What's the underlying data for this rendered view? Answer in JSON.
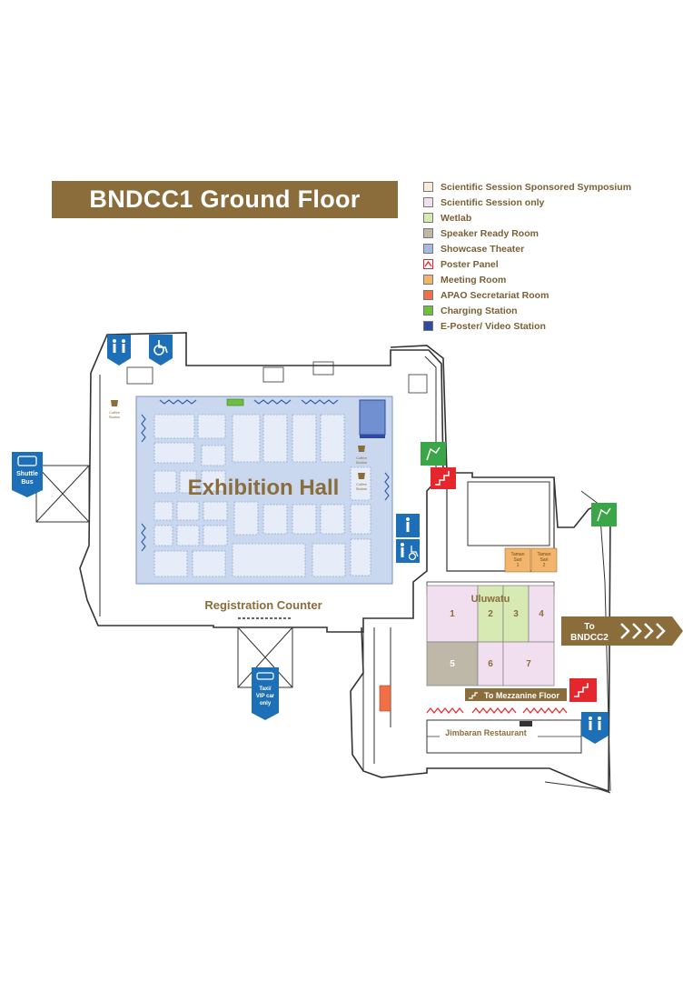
{
  "title": "BNDCC1 Ground Floor",
  "legend": [
    {
      "label": "Scientific Session Sponsored Symposium",
      "color": "#f7ecd8"
    },
    {
      "label": "Scientific Session only",
      "color": "#f1dff0"
    },
    {
      "label": "Wetlab",
      "color": "#d8eab3"
    },
    {
      "label": "Speaker Ready Room",
      "color": "#bdb8a8"
    },
    {
      "label": "Showcase Theater",
      "color": "#a7b9e0"
    },
    {
      "label": "Poster Panel",
      "color": "#ffffff"
    },
    {
      "label": "Meeting Room",
      "color": "#f3b56b"
    },
    {
      "label": "APAO Secretariat Room",
      "color": "#ef7046"
    },
    {
      "label": "Charging Station",
      "color": "#6fbf3f"
    },
    {
      "label": "E-Poster/ Video Station",
      "color": "#2f4aa0"
    }
  ],
  "map": {
    "exhibition_hall": "Exhibition Hall",
    "registration_counter": "Registration Counter",
    "uluwatu": "Uluwatu",
    "rooms": [
      "1",
      "2",
      "3",
      "4",
      "5",
      "6",
      "7"
    ],
    "taman_sari_1": [
      "Taman",
      "Sari",
      "1"
    ],
    "taman_sari_2": [
      "Taman",
      "Sari",
      "2"
    ],
    "to_bndcc2": [
      "To",
      "BNDCC2"
    ],
    "to_mezzanine": "To Mezzanine Floor",
    "jimbaran_restaurant": "Jimbaran Restaurant",
    "shuttle_bus": [
      "Shuttle",
      "Bus"
    ],
    "taxi": [
      "Taxi/",
      "VIP car",
      "only"
    ],
    "coffee_station": [
      "Coffee",
      "Station"
    ]
  },
  "colors": {
    "brand_gold": "#8a6d3b",
    "exhibition_fill": "#c9d8ee",
    "sign_blue": "#1d6fb8",
    "sign_red": "#e5272d",
    "sign_green": "#3aa648"
  }
}
